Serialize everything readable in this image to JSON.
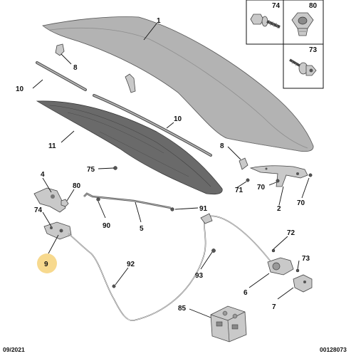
{
  "diagram": {
    "date_code": "09/2021",
    "reference": "00128073",
    "highlight_color": "#f7d98e",
    "callouts": [
      {
        "id": "c1",
        "label": "1"
      },
      {
        "id": "c8a",
        "label": "8"
      },
      {
        "id": "c10a",
        "label": "10"
      },
      {
        "id": "c10b",
        "label": "10"
      },
      {
        "id": "c11",
        "label": "11"
      },
      {
        "id": "c75",
        "label": "75"
      },
      {
        "id": "c8b",
        "label": "8"
      },
      {
        "id": "c71",
        "label": "71"
      },
      {
        "id": "c70a",
        "label": "70"
      },
      {
        "id": "c70b",
        "label": "70"
      },
      {
        "id": "c2",
        "label": "2"
      },
      {
        "id": "c4",
        "label": "4"
      },
      {
        "id": "c80",
        "label": "80"
      },
      {
        "id": "c74",
        "label": "74"
      },
      {
        "id": "c90",
        "label": "90"
      },
      {
        "id": "c5",
        "label": "5"
      },
      {
        "id": "c91",
        "label": "91"
      },
      {
        "id": "c9",
        "label": "9"
      },
      {
        "id": "c72",
        "label": "72"
      },
      {
        "id": "c73",
        "label": "73"
      },
      {
        "id": "c92",
        "label": "92"
      },
      {
        "id": "c93",
        "label": "93"
      },
      {
        "id": "c6",
        "label": "6"
      },
      {
        "id": "c7",
        "label": "7"
      },
      {
        "id": "c85",
        "label": "85"
      }
    ],
    "inset_boxes": [
      {
        "id": "b74",
        "label": "74"
      },
      {
        "id": "b80",
        "label": "80"
      },
      {
        "id": "b73",
        "label": "73"
      }
    ]
  }
}
